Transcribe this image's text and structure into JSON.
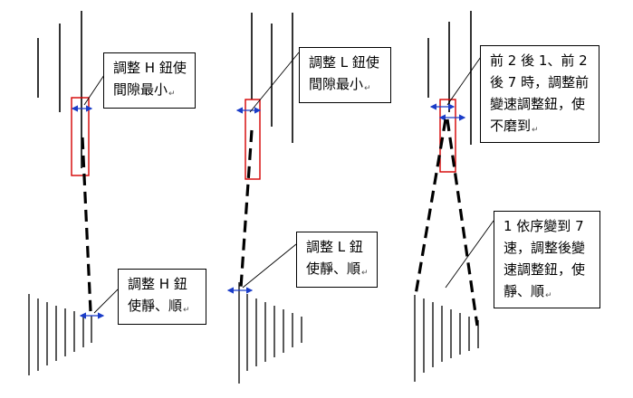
{
  "panels": [
    {
      "id": "H",
      "top_callout": [
        "調整 H 鈕使",
        "間隙最小"
      ],
      "bottom_callout": [
        "調整 H 鈕",
        "使靜、順"
      ]
    },
    {
      "id": "L",
      "top_callout": [
        "調整 L 鈕使",
        "間隙最小"
      ],
      "bottom_callout": [
        "調整 L 鈕",
        "使靜、順"
      ]
    },
    {
      "id": "shift",
      "top_callout": [
        "前 2 後 1、前 2",
        "後 7 時，調整前",
        "變速調整鈕，使",
        "不磨到"
      ],
      "bottom_callout": [
        "1 依序變到 7",
        "速，調整後變",
        "速調整鈕，使",
        "靜、順"
      ]
    }
  ],
  "return_mark": "↵",
  "colors": {
    "highlight_box": "#d40000",
    "gap_marker": "#1a3cc8",
    "line": "#000000"
  }
}
